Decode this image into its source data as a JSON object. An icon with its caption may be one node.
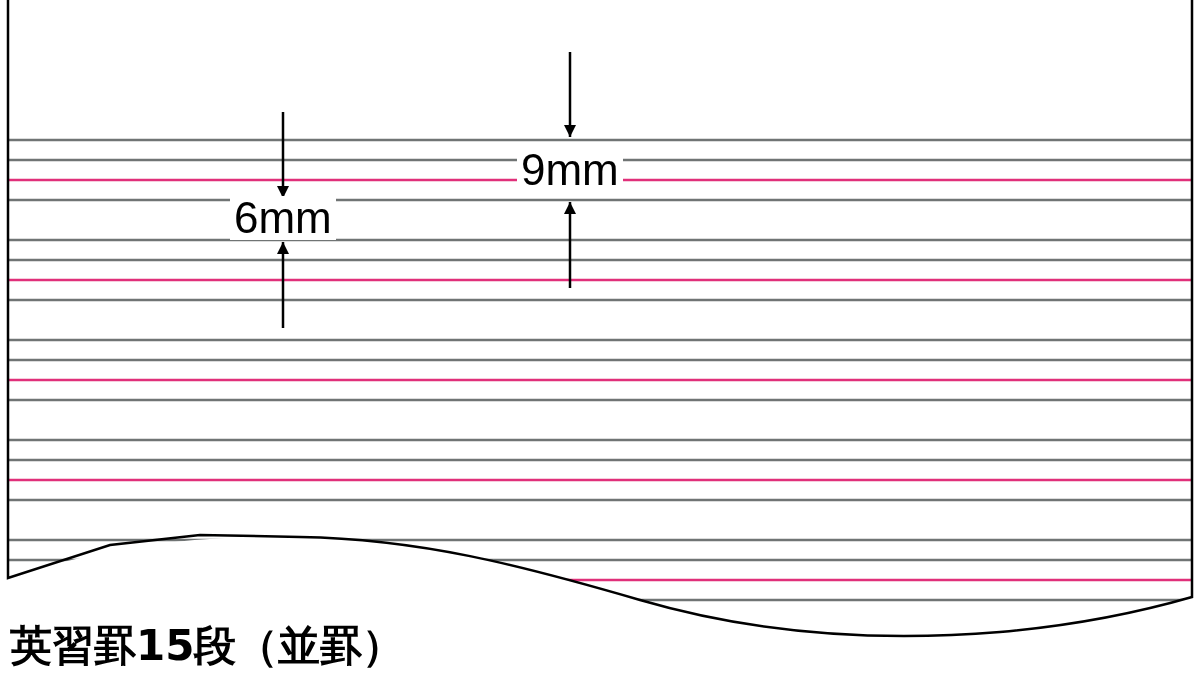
{
  "diagram": {
    "caption": "英習罫15段（並罫）",
    "labels": [
      "9mm",
      "6mm"
    ]
  }
}
